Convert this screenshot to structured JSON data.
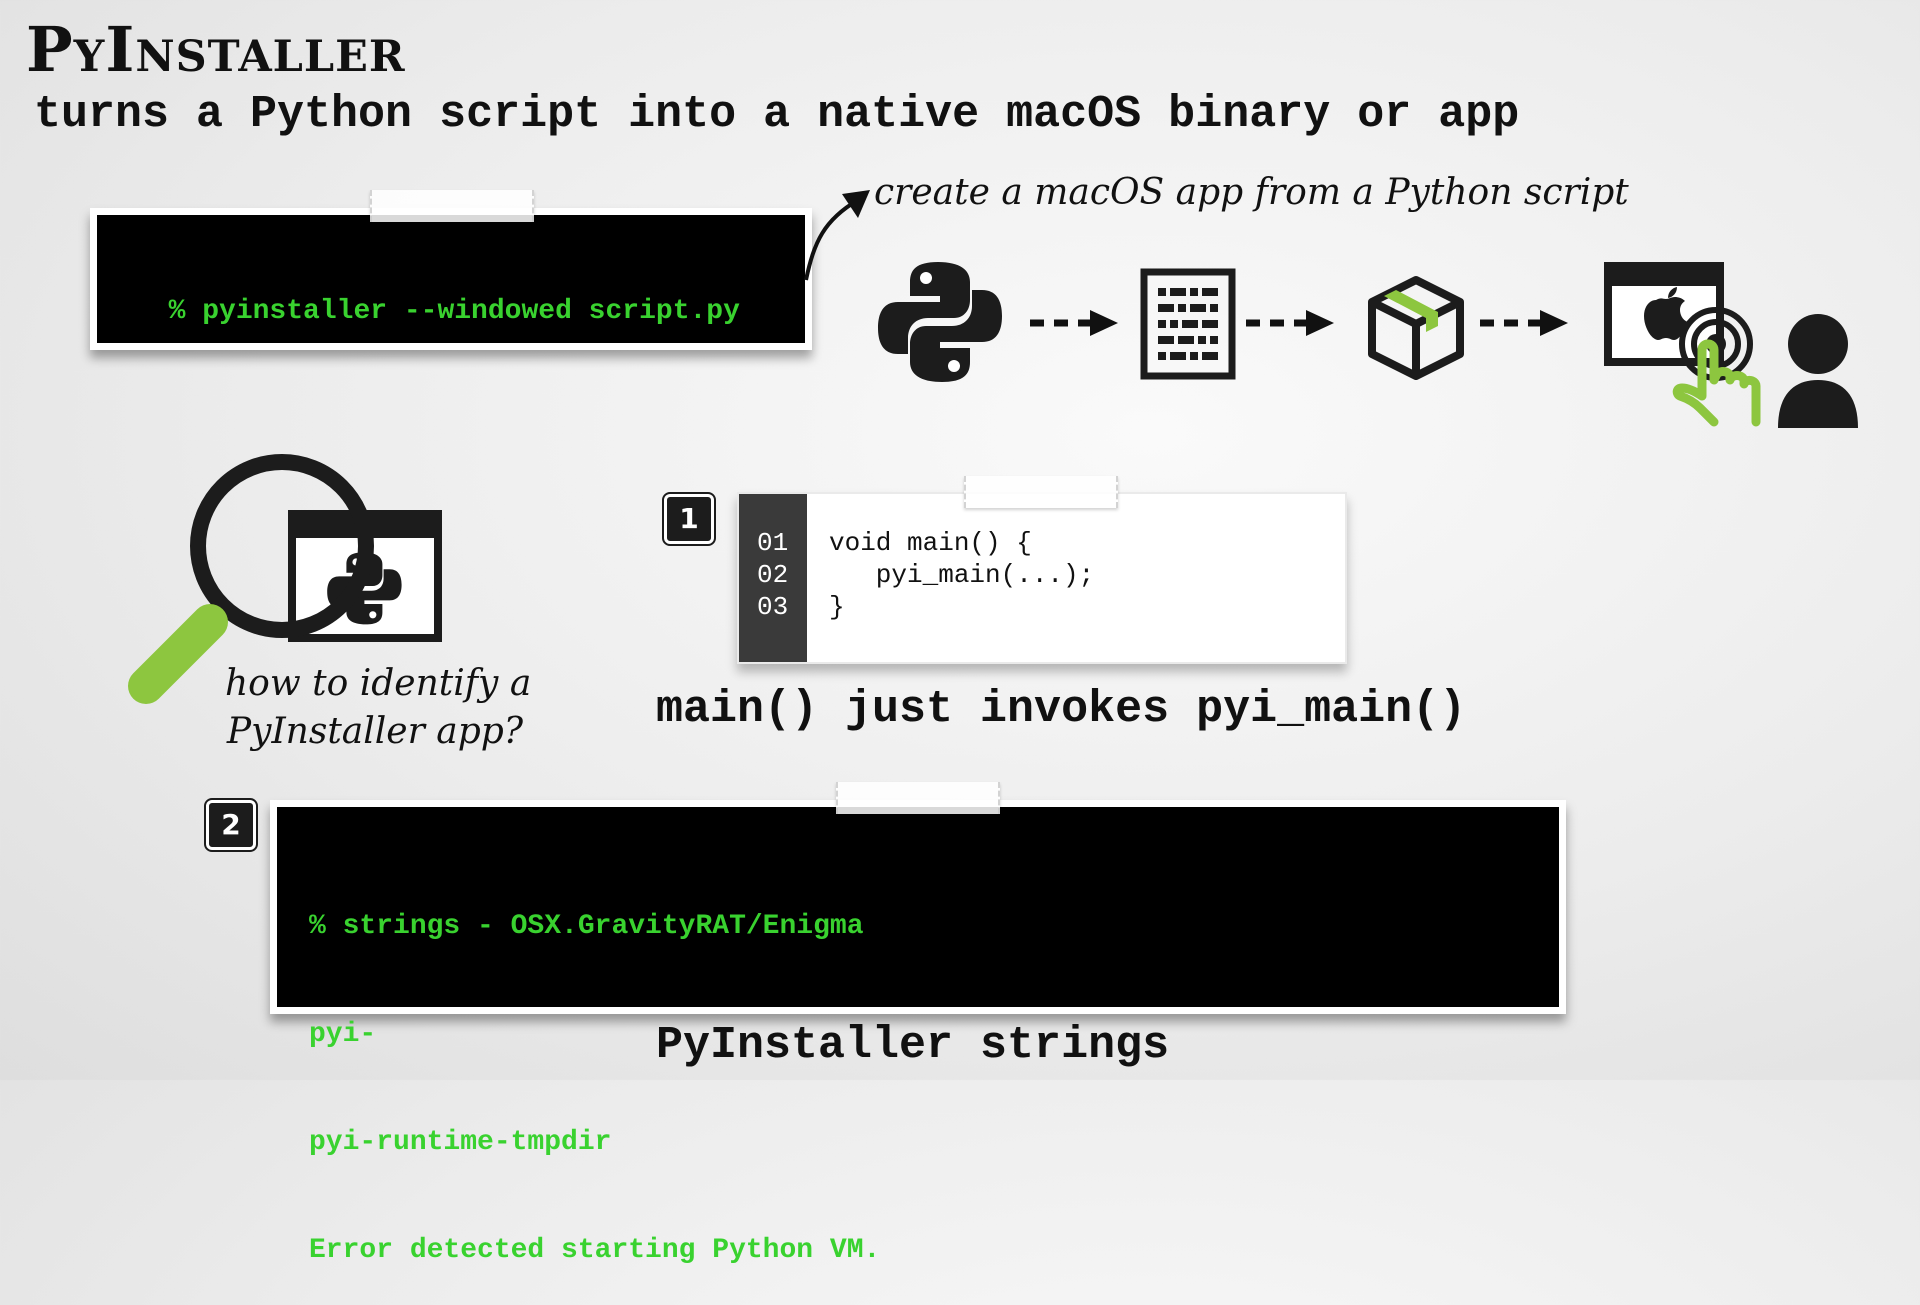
{
  "title": "PyInstaller",
  "subtitle": "turns a Python script into a native macOS binary or app",
  "command": "% pyinstaller --windowed script.py",
  "pipeline_note": "create a macOS app from a Python script",
  "identify_note_line1": "how to identify a",
  "identify_note_line2": "PyInstaller app?",
  "step1": {
    "badge": "1",
    "line_numbers": [
      "01",
      "02",
      "03"
    ],
    "code_lines": [
      "void main() {",
      "   pyi_main(...);",
      "}"
    ],
    "caption": "main() just invokes pyi_main()"
  },
  "step2": {
    "badge": "2",
    "lines": [
      "% strings - OSX.GravityRAT/Enigma",
      "pyi-",
      "pyi-runtime-tmpdir",
      "Error detected starting Python VM."
    ],
    "caption": "PyInstaller strings"
  },
  "pipeline_icons": [
    "python-logo-icon",
    "binary-file-icon",
    "package-box-icon",
    "mac-app-window-icon",
    "tap-hand-icon",
    "user-icon"
  ],
  "colors": {
    "terminal_green": "#39d22f",
    "accent_green": "#8dc63f",
    "dark": "#1c1c1c"
  }
}
